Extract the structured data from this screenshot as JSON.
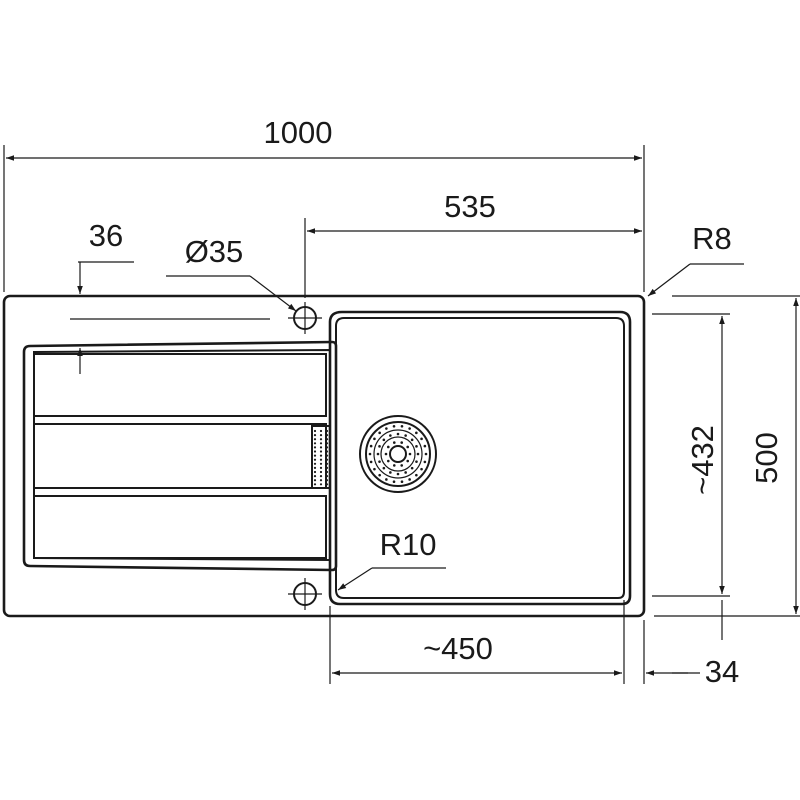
{
  "drawing": {
    "line_color": "#1a1a1a",
    "background": "#ffffff"
  },
  "dimensions": {
    "overall_width": "1000",
    "bowl_section_width": "535",
    "drainer_offset": "36",
    "tap_hole_diameter": "Ø35",
    "outer_corner_radius": "R8",
    "inner_corner_radius": "R10",
    "bowl_width": "~450",
    "bowl_depth": "~432",
    "overall_depth": "500",
    "rim_offset": "34"
  }
}
